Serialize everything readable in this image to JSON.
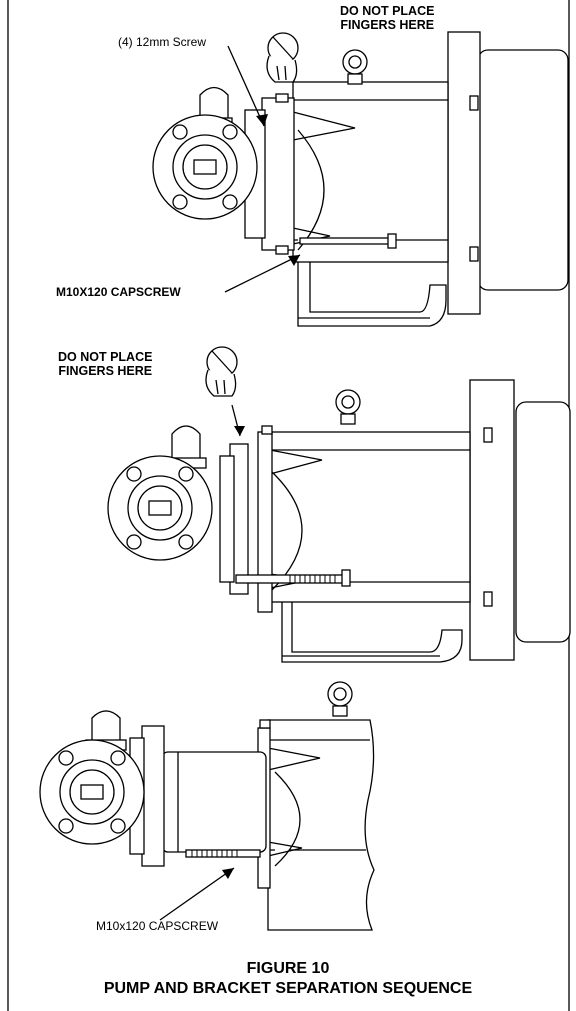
{
  "figure": {
    "number": "FIGURE 10",
    "caption": "PUMP AND BRACKET SEPARATION SEQUENCE"
  },
  "step1": {
    "warning_line1": "DO NOT PLACE",
    "warning_line2": "FINGERS HERE",
    "screw_label": "(4) 12mm Screw",
    "capscrew_label": "M10X120 CAPSCREW"
  },
  "step2": {
    "warning_line1": "DO NOT PLACE",
    "warning_line2": "FINGERS HERE"
  },
  "step3": {
    "capscrew_label": "M10x120 CAPSCREW"
  },
  "icons": {
    "warning": "no-hand-icon",
    "eyebolt": "lifting-eye-icon"
  }
}
